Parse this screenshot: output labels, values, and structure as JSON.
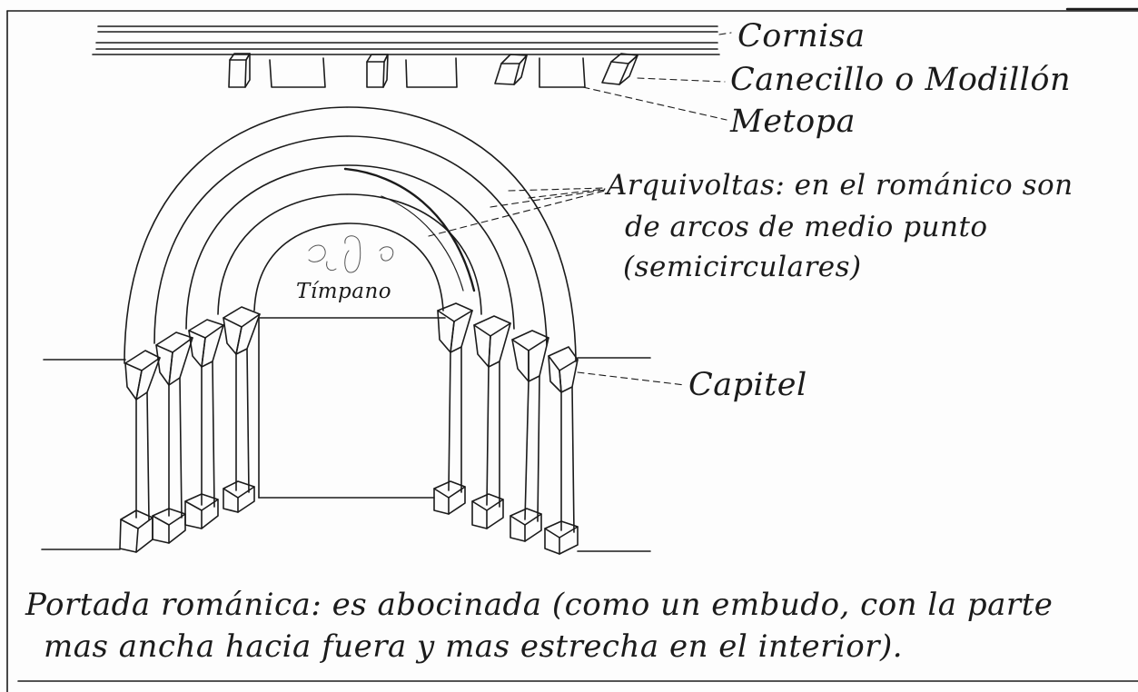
{
  "labels": {
    "cornisa": "Cornisa",
    "canecillo": "Canecillo o Modillón",
    "metopa": "Metopa",
    "arquivoltas_line1": "Arquivoltas: en el románico son",
    "arquivoltas_line2": "de arcos de medio punto",
    "arquivoltas_line3": "(semicirculares)",
    "timpano": "Tímpano",
    "capitel": "Capitel"
  },
  "caption": {
    "line1": "Portada románica: es abocinada (como un embudo, con la parte",
    "line2": "mas ancha hacia fuera y mas estrecha en el interior)."
  },
  "colors": {
    "ink": "#1b1b1b",
    "paper": "#fdfdfd"
  }
}
